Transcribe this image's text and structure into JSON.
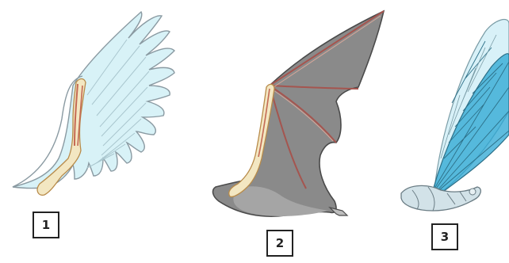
{
  "panels": [
    {
      "number": "1",
      "subject": "bird-wing"
    },
    {
      "number": "2",
      "subject": "bat-wing"
    },
    {
      "number": "3",
      "subject": "insect-wing"
    }
  ],
  "colors": {
    "bird_feather": "#d8f2f7",
    "bird_outline": "#8a9aa2",
    "bone": "#f3e7c2",
    "bone_outline": "#b88b4a",
    "bat_membrane": "#8a8a8a",
    "bat_edge": "#4a4a4a",
    "bat_finger": "#a5554f",
    "insect_blue": "#2aa6d3",
    "insect_light": "#b8e6f2",
    "insect_body": "#d2e2e8"
  }
}
